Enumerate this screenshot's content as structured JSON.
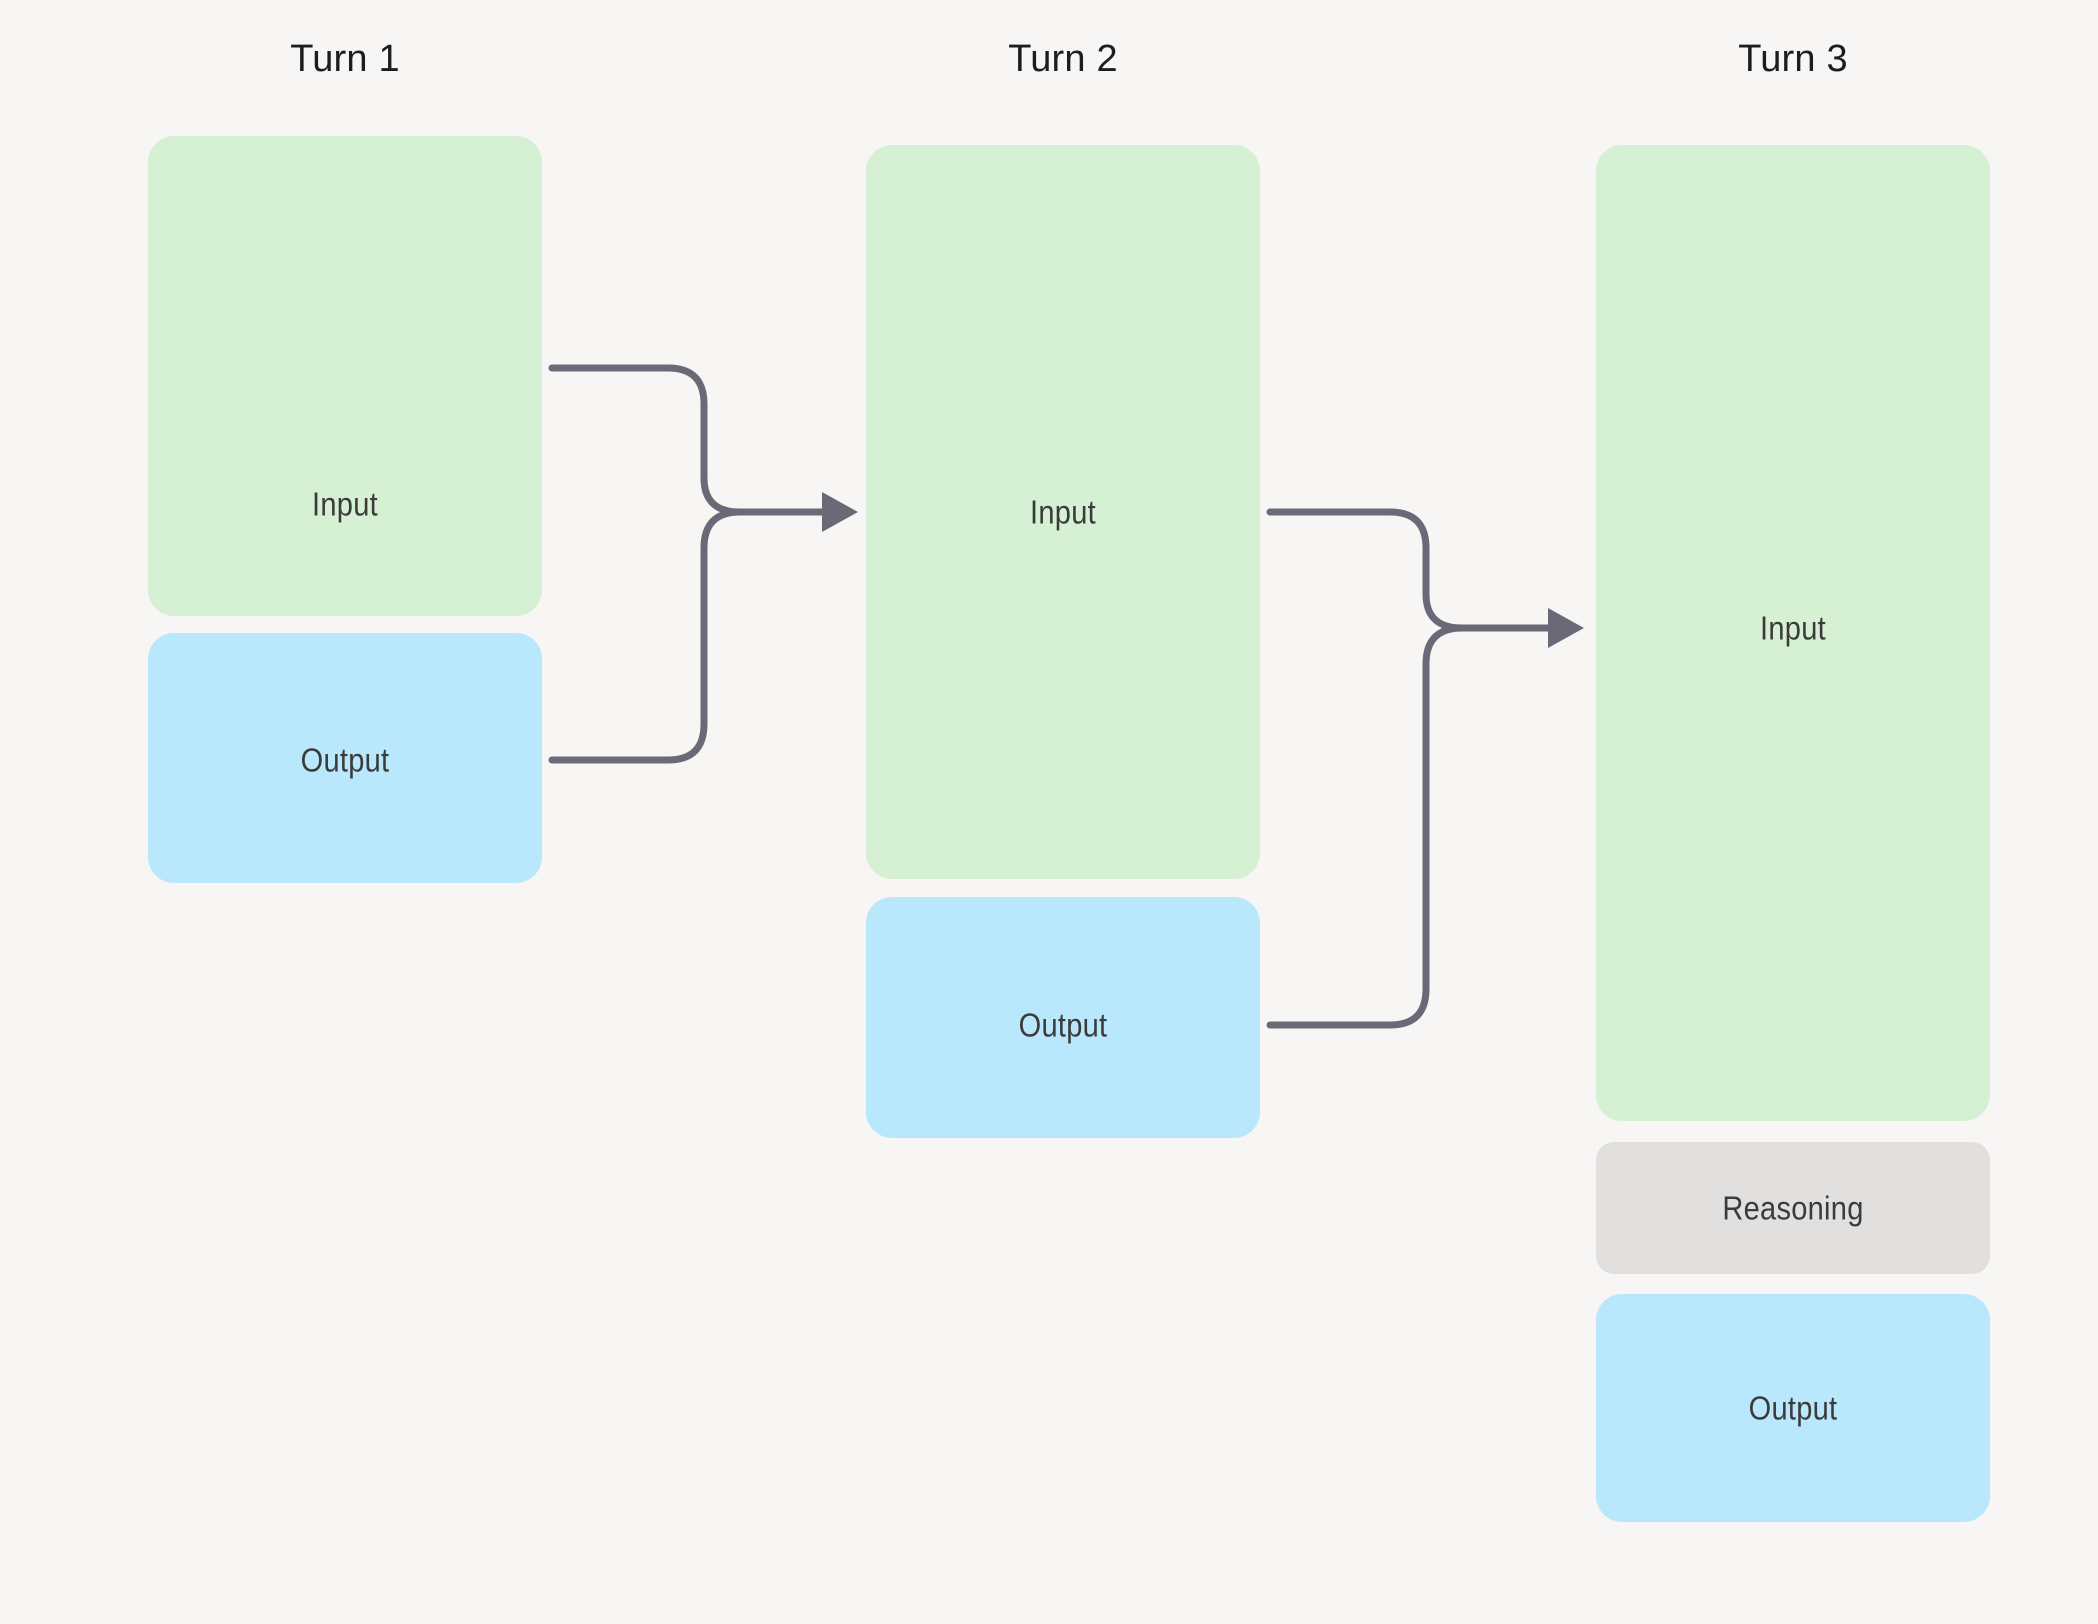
{
  "background_color": "#f7f6f5",
  "diagram": {
    "title_color": "#1d1d1f",
    "label_color": "#3b3b3b",
    "connector_color": "#6a6978",
    "palette": {
      "input": "#d6f0d3",
      "output": "#b9e7fc",
      "reasoning": "#e1e0df"
    },
    "columns": [
      {
        "id": "turn-1",
        "title": "Turn 1",
        "nodes": [
          {
            "id": "turn1-input",
            "label": "Input",
            "kind": "input"
          },
          {
            "id": "turn1-output",
            "label": "Output",
            "kind": "output"
          }
        ]
      },
      {
        "id": "turn-2",
        "title": "Turn 2",
        "nodes": [
          {
            "id": "turn2-input",
            "label": "Input",
            "kind": "input"
          },
          {
            "id": "turn2-output",
            "label": "Output",
            "kind": "output"
          }
        ]
      },
      {
        "id": "turn-3",
        "title": "Turn 3",
        "nodes": [
          {
            "id": "turn3-input",
            "label": "Input",
            "kind": "input"
          },
          {
            "id": "turn3-reasoning",
            "label": "Reasoning",
            "kind": "reasoning"
          },
          {
            "id": "turn3-output",
            "label": "Output",
            "kind": "output"
          }
        ]
      }
    ],
    "connectors": [
      {
        "id": "conn-turn1-to-turn2",
        "from": [
          "turn1-input",
          "turn1-output"
        ],
        "to": "turn2-input",
        "arrow": true
      },
      {
        "id": "conn-turn2-to-turn3",
        "from": [
          "turn2-input",
          "turn2-output"
        ],
        "to": "turn3-input",
        "arrow": true
      }
    ]
  }
}
